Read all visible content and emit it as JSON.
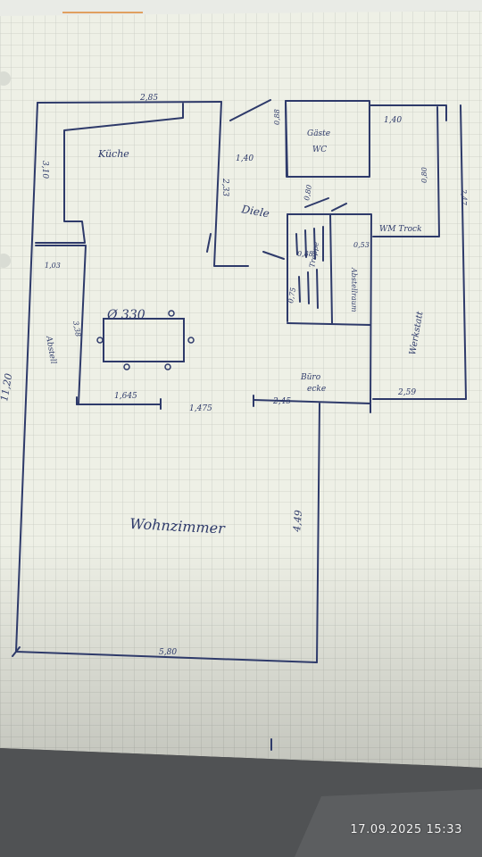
{
  "photo": {
    "timestamp": "17.09.2025 15:33",
    "colors": {
      "paper": "#eef0e6",
      "grid": "#c9cdc4",
      "ink": "#2e3a6a",
      "desk": "#4a4c4e"
    }
  },
  "floorplan": {
    "rooms": {
      "kitchen": "Küche",
      "hallway": "Diele",
      "guest_wc": "Gäste WC",
      "living_room": "Wohnzimmer",
      "office_corner": "Büro ecke",
      "laundry": "WM Trock",
      "storage_room": "Abstellraum",
      "workshop": "Werkstatt",
      "cabinet": "Abstell",
      "stairs": "Treppe"
    },
    "furniture": {
      "dining_table": "Ø 330"
    },
    "dimensions": {
      "top_kitchen": "2,85",
      "kitchen_left": "3,10",
      "hall_top": "1,40",
      "hall_side": "2,33",
      "wc_side": "0,88",
      "right_top": "1,40",
      "right_side": "2,47",
      "right_inner": "0,80",
      "stair_small": "0,80",
      "stair_a": "0,88",
      "stair_b": "0,53",
      "stair_c": "0,75",
      "left_wall": "1,03",
      "table_side": "3,38",
      "overall_left": "11,20",
      "bottom_left": "1,645",
      "bottom_mid": "1,475",
      "bottom_mid2": "2,45",
      "bottom_right": "2,59",
      "living_height": "4,49",
      "living_width": "5,80"
    }
  }
}
